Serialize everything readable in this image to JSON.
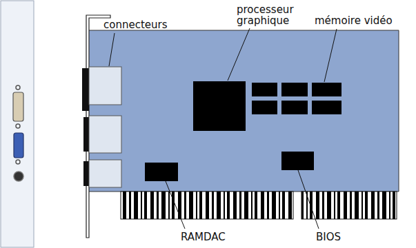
{
  "diagram": {
    "labels": [
      "connecteurs",
      "processeur graphique",
      "mémoire vidéo",
      "RAMDAC",
      "BIOS"
    ]
  }
}
